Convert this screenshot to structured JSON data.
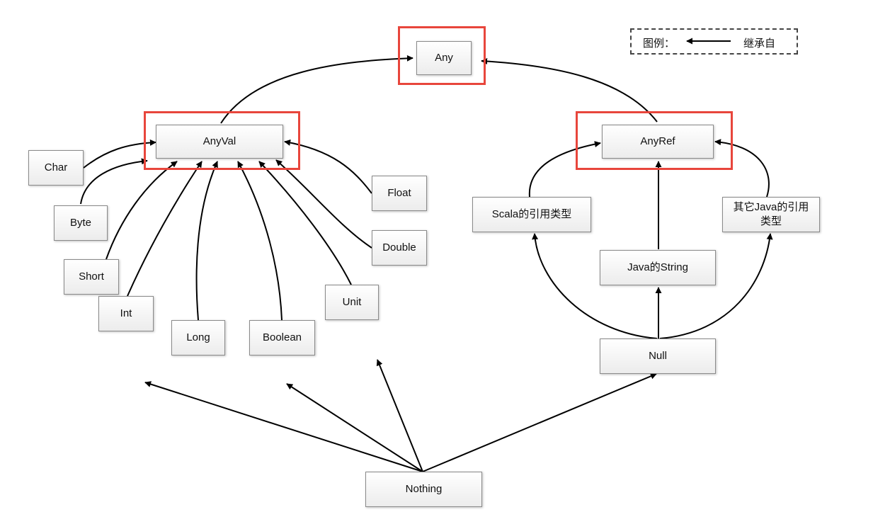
{
  "legend": {
    "label": "图例：",
    "meaning": "继承自"
  },
  "nodes": {
    "any": "Any",
    "anyval": "AnyVal",
    "anyref": "AnyRef",
    "char": "Char",
    "byte": "Byte",
    "short": "Short",
    "int": "Int",
    "long": "Long",
    "boolean": "Boolean",
    "unit": "Unit",
    "float": "Float",
    "double": "Double",
    "scala_ref": "Scala的引用类型",
    "other_java_ref": "其它Java的引用类型",
    "java_string": "Java的String",
    "null": "Null",
    "nothing": "Nothing"
  },
  "colors": {
    "highlight": "#e8463c",
    "edge": "#000000"
  }
}
